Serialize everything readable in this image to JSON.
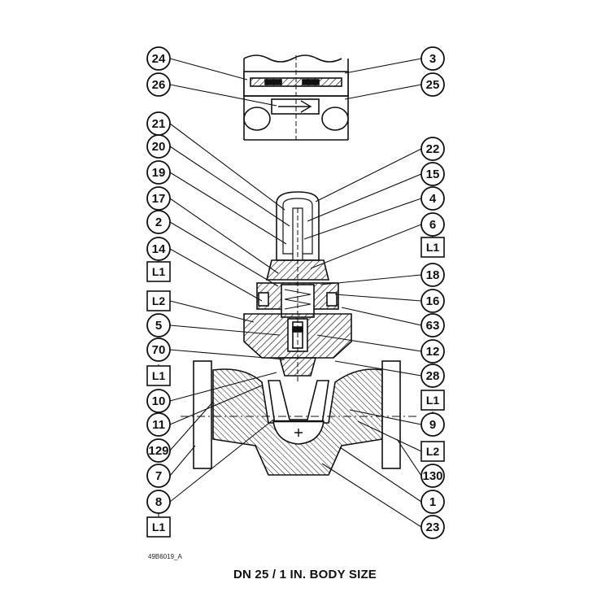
{
  "caption": "DN 25 / 1 IN. BODY SIZE",
  "drawing_code": "49B6019_A",
  "callouts_left": [
    "24",
    "26",
    "21",
    "20",
    "19",
    "17",
    "2",
    "14",
    "L1",
    "L2",
    "5",
    "70",
    "L1",
    "10",
    "11",
    "129",
    "7",
    "8",
    "L1"
  ],
  "callouts_right": [
    "3",
    "25",
    "22",
    "15",
    "4",
    "6",
    "L1",
    "18",
    "16",
    "63",
    "12",
    "28",
    "L1",
    "9",
    "L2",
    "130",
    "1",
    "23"
  ]
}
